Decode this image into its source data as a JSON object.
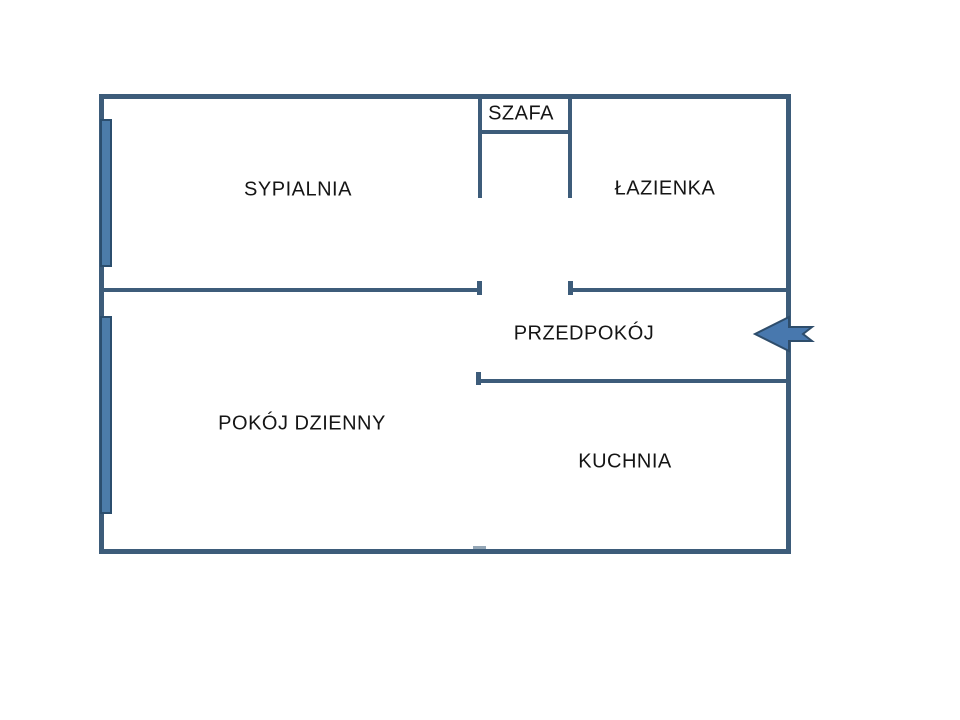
{
  "diagram_title": "apartment-floor-plan",
  "rooms": {
    "sypialnia": "SYPIALNIA",
    "szafa": "SZAFA",
    "lazienka": "ŁAZIENKA",
    "przedpokoj": "PRZEDPOKÓJ",
    "pokoj_dzienny": "POKÓJ DZIENNY",
    "kuchnia": "KUCHNIA"
  },
  "icons": {
    "entrance_arrow": "left-notched-block-arrow"
  },
  "colors": {
    "wall": "#3D5C7A",
    "window_fill": "#4C7CA9",
    "window_border": "#2B4E6E",
    "arrow_fill": "#4878AE",
    "arrow_border": "#2E4D6B",
    "text": "#151515",
    "background": "#FFFFFF"
  }
}
